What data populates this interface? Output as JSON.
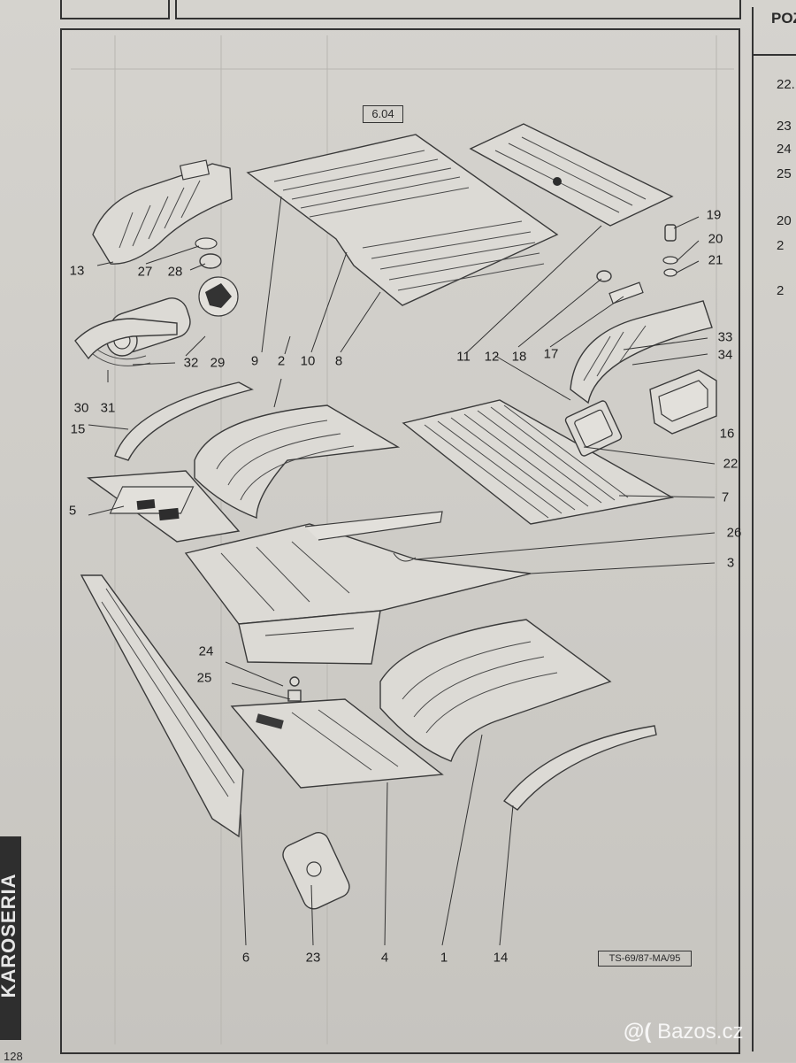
{
  "sheet": {
    "section_tab": "KAROSERIA",
    "page_number": "128",
    "column_header": "POZ",
    "figure_ref": "6.04",
    "drawing_code": "TS-69/87-MA/95"
  },
  "right_column_numbers": [
    "22.",
    "23",
    "24",
    "25",
    "20",
    "2",
    "2"
  ],
  "callouts": [
    "1",
    "2",
    "3",
    "4",
    "5",
    "6",
    "7",
    "8",
    "9",
    "10",
    "11",
    "12",
    "13",
    "14",
    "15",
    "16",
    "17",
    "18",
    "19",
    "20",
    "21",
    "22",
    "23",
    "24",
    "25",
    "26",
    "27",
    "28",
    "29",
    "30",
    "31",
    "32",
    "33",
    "34"
  ],
  "watermark": {
    "logo": "@(",
    "text": "Bazos.cz"
  }
}
